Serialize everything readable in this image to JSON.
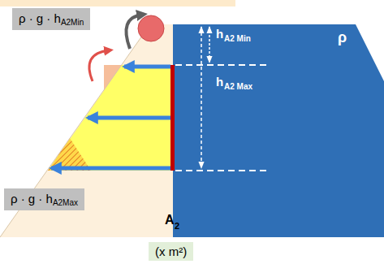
{
  "diagram": {
    "nodes": [
      {
        "text": [
          "ρ · g · h",
          "A2Min"
        ]
      },
      {
        "text": [
          "ρ · g · h",
          "A2Max"
        ]
      },
      {
        "text": [
          "(x m²)"
        ]
      }
    ],
    "labels": [
      "h",
      "A2 Min",
      "h",
      "A2 Max",
      "ρ",
      "A",
      "2"
    ]
  }
}
